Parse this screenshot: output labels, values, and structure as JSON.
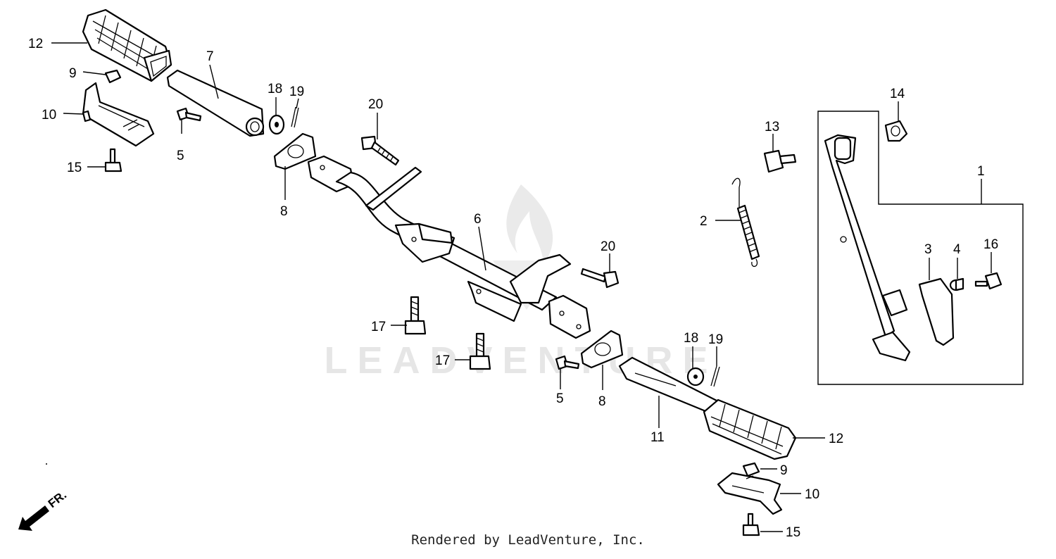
{
  "diagram": {
    "watermark_text": "LEADVENTURE",
    "direction_indicator": "FR.",
    "callouts": [
      {
        "id": "c12a",
        "label": "12",
        "part": "footpeg-rubber-left"
      },
      {
        "id": "c9a",
        "label": "9",
        "part": "collar-left"
      },
      {
        "id": "c10a",
        "label": "10",
        "part": "footpeg-bracket-left"
      },
      {
        "id": "c15a",
        "label": "15",
        "part": "bolt-left"
      },
      {
        "id": "c7",
        "label": "7",
        "part": "step-bar-left"
      },
      {
        "id": "c5a",
        "label": "5",
        "part": "pin-left"
      },
      {
        "id": "c18a",
        "label": "18",
        "part": "washer-left"
      },
      {
        "id": "c19a",
        "label": "19",
        "part": "cotter-pin-left"
      },
      {
        "id": "c8a",
        "label": "8",
        "part": "plate-left"
      },
      {
        "id": "c20a",
        "label": "20",
        "part": "bolt-upper"
      },
      {
        "id": "c6",
        "label": "6",
        "part": "main-step-bar"
      },
      {
        "id": "c20b",
        "label": "20",
        "part": "bolt-lower"
      },
      {
        "id": "c17a",
        "label": "17",
        "part": "flange-bolt-a"
      },
      {
        "id": "c17b",
        "label": "17",
        "part": "flange-bolt-b"
      },
      {
        "id": "c5b",
        "label": "5",
        "part": "pin-right"
      },
      {
        "id": "c8b",
        "label": "8",
        "part": "plate-right"
      },
      {
        "id": "c18b",
        "label": "18",
        "part": "washer-right"
      },
      {
        "id": "c19b",
        "label": "19",
        "part": "cotter-pin-right"
      },
      {
        "id": "c11",
        "label": "11",
        "part": "step-bar-right"
      },
      {
        "id": "c12b",
        "label": "12",
        "part": "footpeg-rubber-right"
      },
      {
        "id": "c9b",
        "label": "9",
        "part": "collar-right"
      },
      {
        "id": "c10b",
        "label": "10",
        "part": "footpeg-bracket-right"
      },
      {
        "id": "c15b",
        "label": "15",
        "part": "bolt-right"
      },
      {
        "id": "c13",
        "label": "13",
        "part": "pivot-bolt"
      },
      {
        "id": "c2",
        "label": "2",
        "part": "spring"
      },
      {
        "id": "c14",
        "label": "14",
        "part": "nut"
      },
      {
        "id": "c1",
        "label": "1",
        "part": "side-stand-assembly"
      },
      {
        "id": "c3",
        "label": "3",
        "part": "stand-rubber"
      },
      {
        "id": "c4",
        "label": "4",
        "part": "collar-small"
      },
      {
        "id": "c16",
        "label": "16",
        "part": "screw"
      }
    ]
  },
  "footer": {
    "text": "Rendered by LeadVenture, Inc."
  }
}
